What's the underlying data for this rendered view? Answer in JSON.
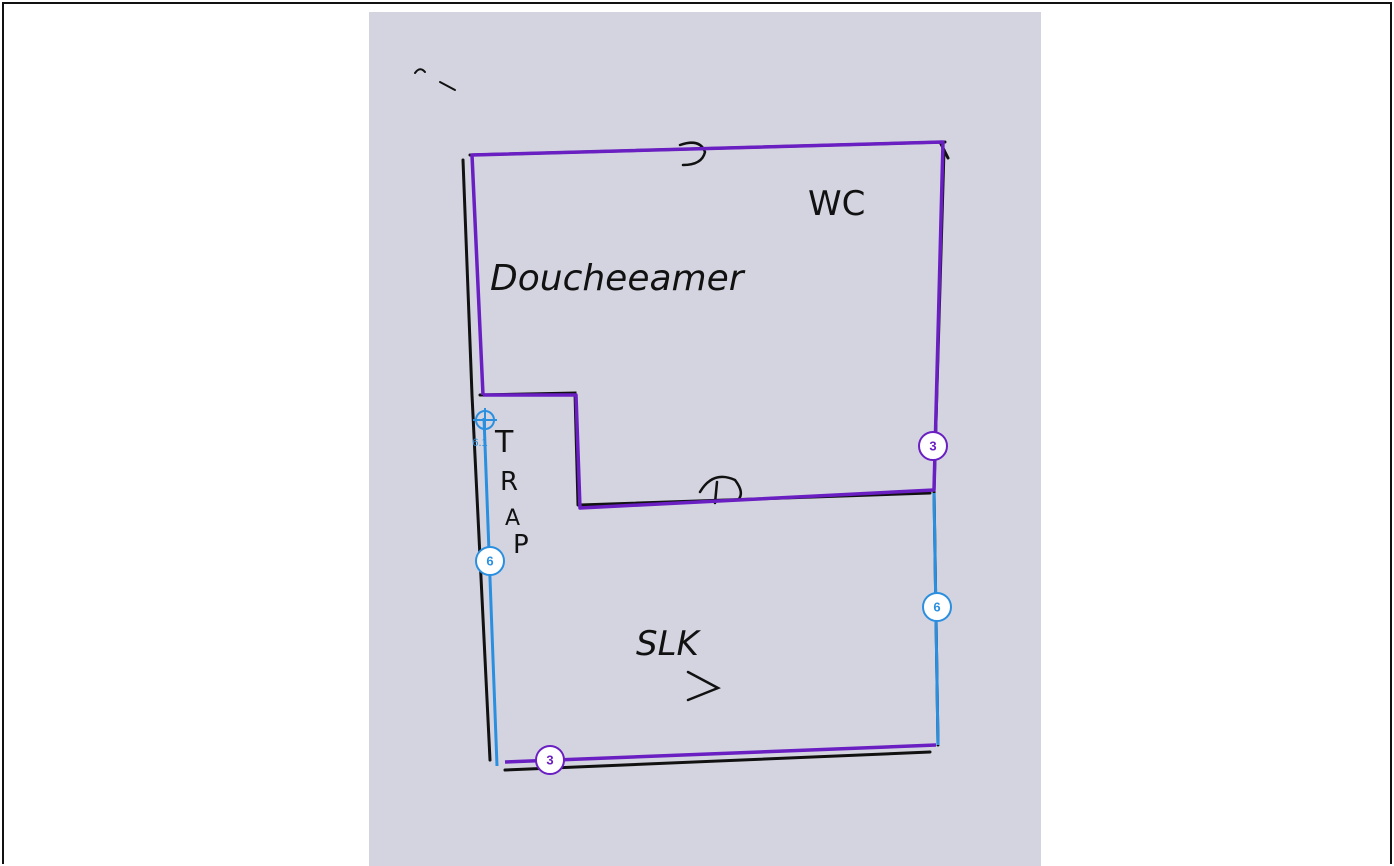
{
  "sketch": {
    "labels": {
      "room_bath": "Doucheeamer",
      "room_wc": "WC",
      "room_bedroom": "SLK",
      "stair_letters": [
        "T",
        "R",
        "A",
        "P"
      ],
      "door_mark_top": "D",
      "door_mark_bottom": "D",
      "corner_mark": "~"
    }
  },
  "measurements": {
    "right_upper": "3",
    "right_lower": "6",
    "left_lower": "6",
    "bottom": "3",
    "cursor_readout": "6.1"
  },
  "colors": {
    "purple_line": "#6a1fc2",
    "blue_line": "#2b8fe0",
    "paper": "#d3d4e0",
    "ink": "#111111"
  },
  "icons": {
    "crosshair": "crosshair-handle-icon"
  }
}
